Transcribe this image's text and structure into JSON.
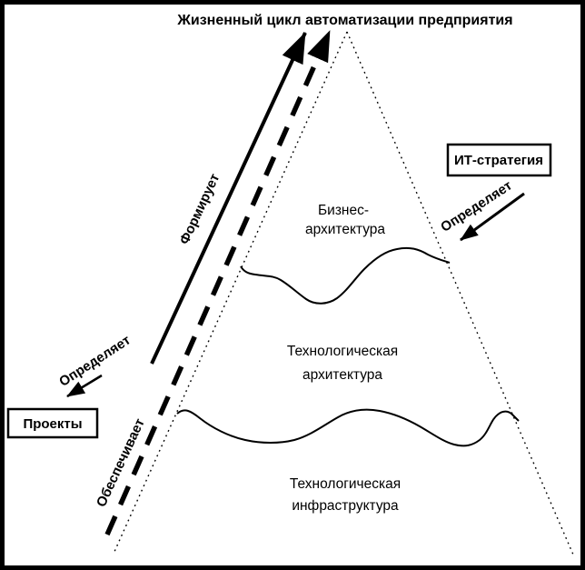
{
  "title": "Жизненный цикл автоматизации предприятия",
  "pyramid": {
    "layers": [
      {
        "name": "business-architecture",
        "line1": "Бизнес-",
        "line2": "архитектура"
      },
      {
        "name": "technological-architecture",
        "line1": "Технологическая",
        "line2": "архитектура"
      },
      {
        "name": "technological-infrastructure",
        "line1": "Технологическая",
        "line2": "инфраструктура"
      }
    ]
  },
  "arrows": {
    "forms": "Формирует",
    "provides": "Обеспечивает",
    "defines_left": "Определяет",
    "defines_right": "Определяет"
  },
  "boxes": {
    "it_strategy": "ИТ-стратегия",
    "projects": "Проекты"
  },
  "colors": {
    "ink": "#000000",
    "background": "#ffffff"
  }
}
